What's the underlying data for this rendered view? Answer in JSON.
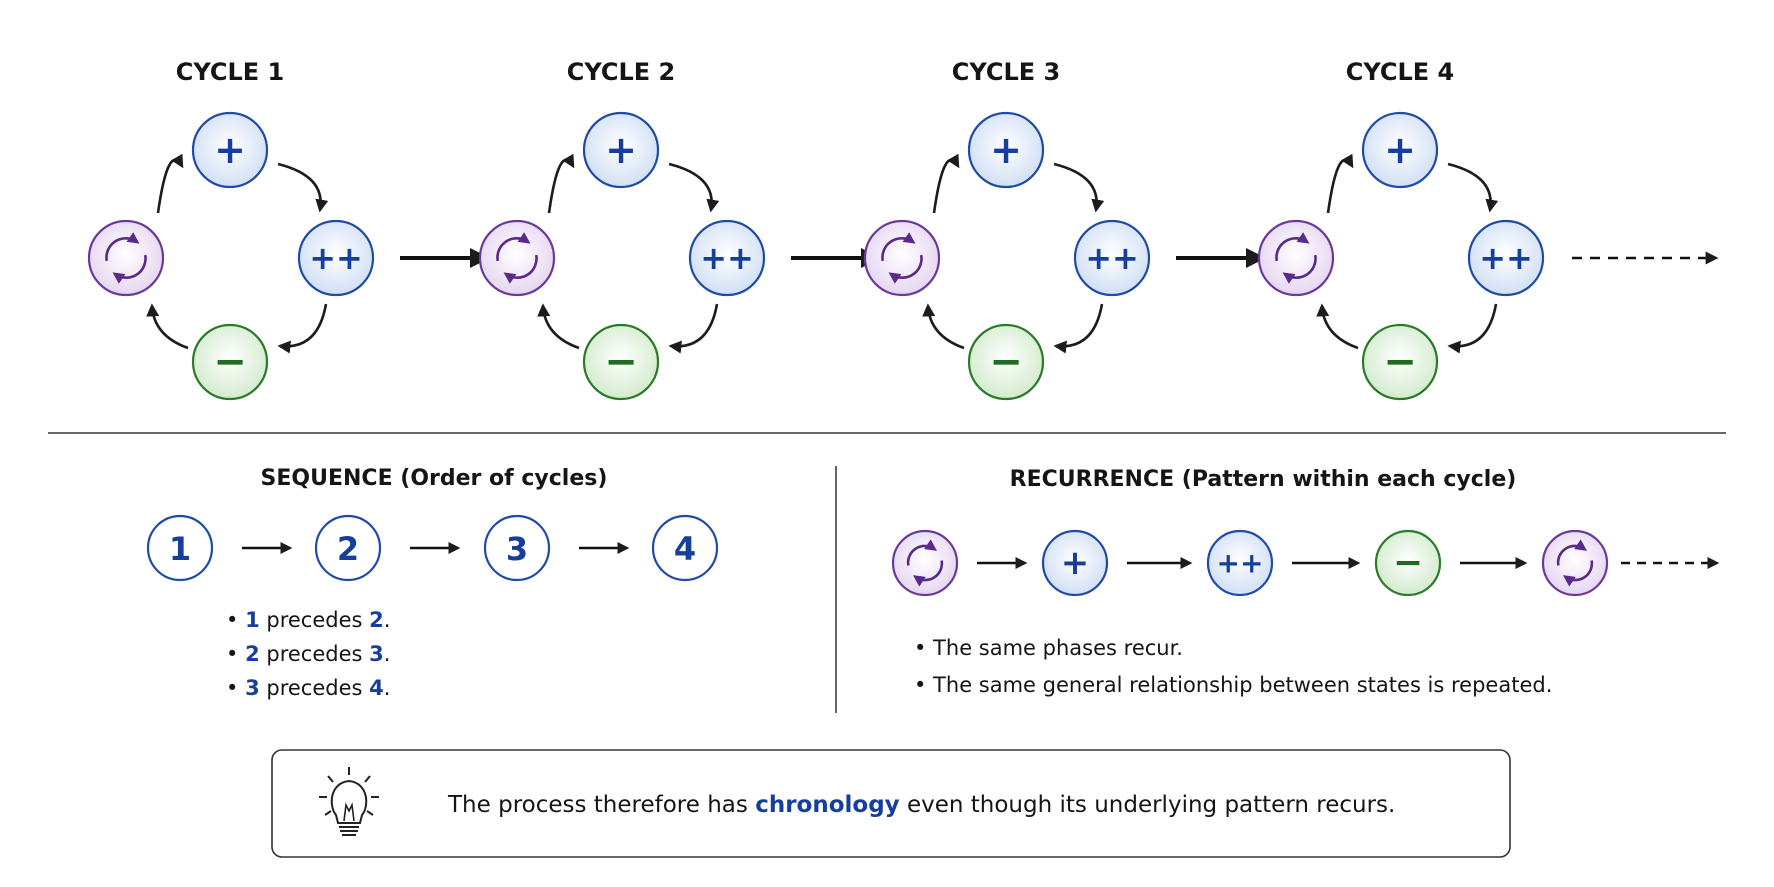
{
  "cycles": [
    {
      "title": "CYCLE 1"
    },
    {
      "title": "CYCLE 2"
    },
    {
      "title": "CYCLE 3"
    },
    {
      "title": "CYCLE 4"
    }
  ],
  "phases": {
    "plus": "+",
    "double_plus": "++",
    "minus": "−",
    "renew_icon": "cycle-arrows-icon"
  },
  "sequence": {
    "title": "SEQUENCE (Order of cycles)",
    "steps": [
      "1",
      "2",
      "3",
      "4"
    ],
    "bullets": [
      {
        "a": "1",
        "verb": "precedes",
        "b": "2",
        "end": "."
      },
      {
        "a": "2",
        "verb": "precedes",
        "b": "3",
        "end": "."
      },
      {
        "a": "3",
        "verb": "precedes",
        "b": "4",
        "end": "."
      }
    ]
  },
  "recurrence": {
    "title": "RECURRENCE (Pattern within each cycle)",
    "bullets": [
      "The same phases recur.",
      "The same general relationship between states is repeated."
    ]
  },
  "note": {
    "icon": "lightbulb-icon",
    "before": "The process therefore has ",
    "highlight": "chronology",
    "after": " even though its underlying pattern recurs."
  },
  "colors": {
    "blue": "#1f4aa6",
    "green": "#2a7a2a",
    "purple": "#6a3a9a",
    "text": "#151515"
  }
}
